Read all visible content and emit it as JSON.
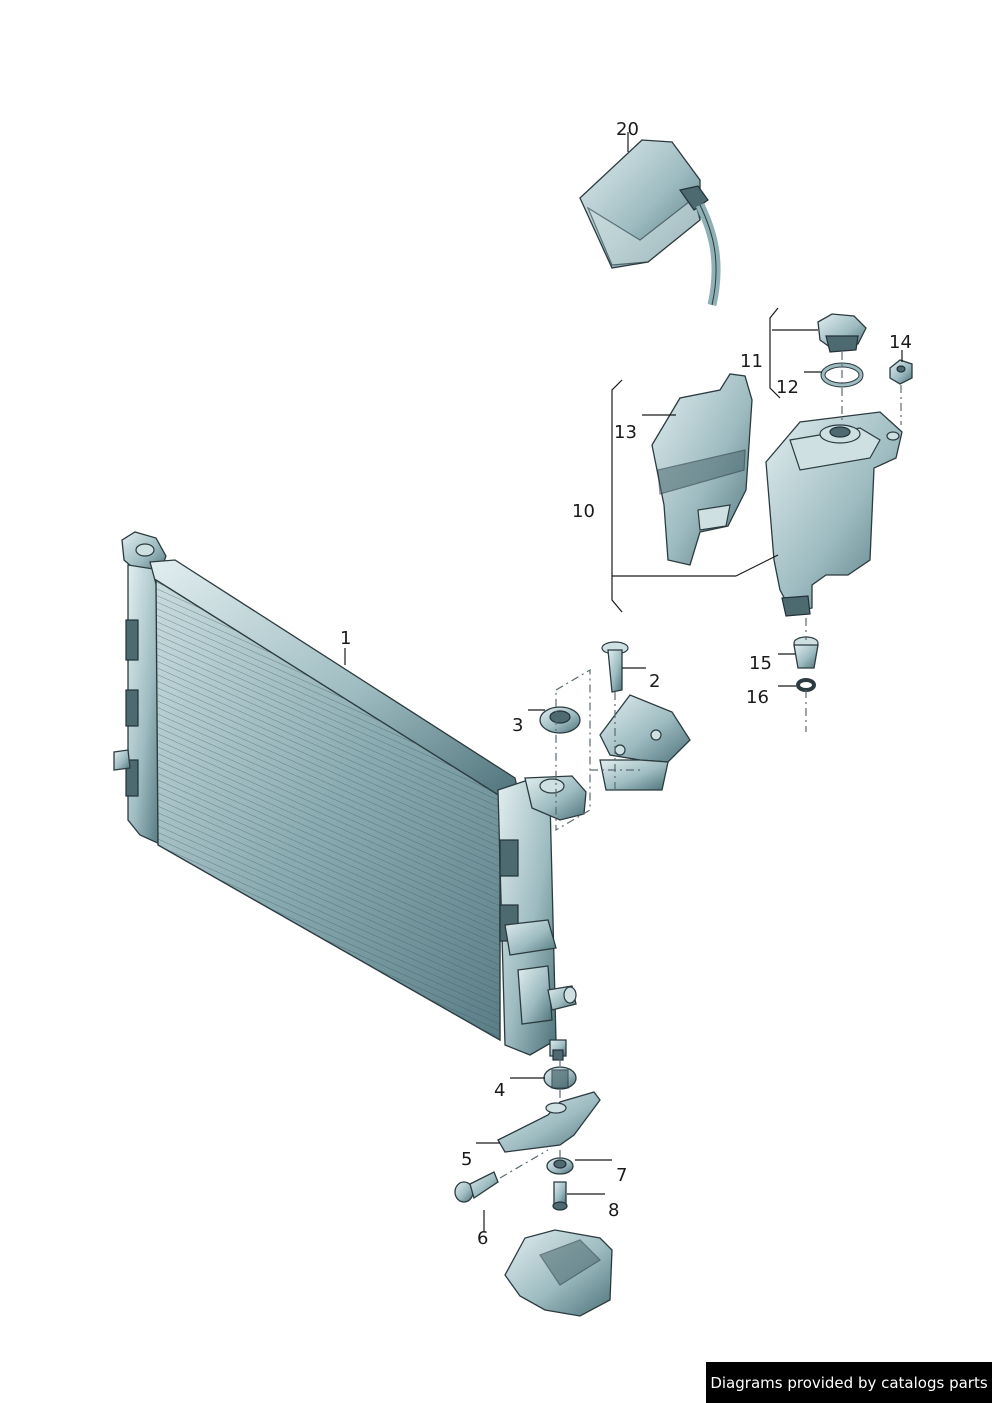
{
  "callouts": [
    {
      "id": "1",
      "label": "1"
    },
    {
      "id": "2",
      "label": "2"
    },
    {
      "id": "3",
      "label": "3"
    },
    {
      "id": "4",
      "label": "4"
    },
    {
      "id": "5",
      "label": "5"
    },
    {
      "id": "6",
      "label": "6"
    },
    {
      "id": "7",
      "label": "7"
    },
    {
      "id": "8",
      "label": "8"
    },
    {
      "id": "10",
      "label": "10"
    },
    {
      "id": "11",
      "label": "11"
    },
    {
      "id": "12",
      "label": "12"
    },
    {
      "id": "13",
      "label": "13"
    },
    {
      "id": "14",
      "label": "14"
    },
    {
      "id": "15",
      "label": "15"
    },
    {
      "id": "16",
      "label": "16"
    },
    {
      "id": "20",
      "label": "20"
    }
  ],
  "credit": "Diagrams provided by catalogs parts",
  "colors": {
    "part_light": "#d7e6e8",
    "part_mid": "#8fb0b5",
    "part_dark": "#3f5f66",
    "outline": "#2b3b3f",
    "credit_bg": "#000000",
    "credit_text": "#ffffff"
  }
}
